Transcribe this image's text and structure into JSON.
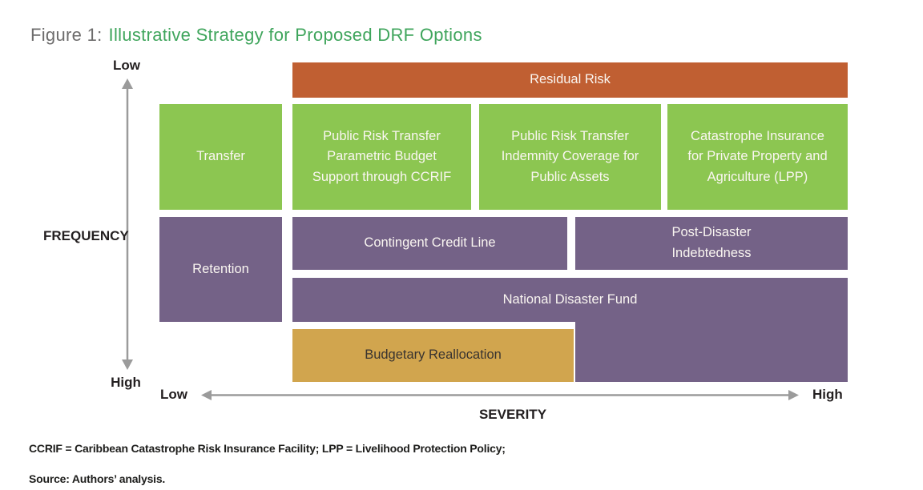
{
  "title": {
    "prefix": "Figure 1:",
    "main": "Illustrative Strategy for Proposed DRF Options",
    "prefix_color": "#6d6c6c",
    "main_color": "#3fa55c"
  },
  "axis_frequency": {
    "label": "FREQUENCY",
    "top": "Low",
    "bottom": "High"
  },
  "axis_severity": {
    "label": "SEVERITY",
    "left": "Low",
    "right": "High"
  },
  "colors": {
    "orange": "#c05f32",
    "green": "#8cc651",
    "purple": "#746287",
    "gold": "#d1a54e",
    "light_text": "#faf6f1",
    "dark_text": "#393430",
    "arrow_gray": "#9b9b9b"
  },
  "blocks": {
    "residual_risk": {
      "label": "Residual Risk",
      "bg": "#c05f32",
      "fg": "#faf6f1"
    },
    "transfer": {
      "label": "Transfer",
      "bg": "#8cc651",
      "fg": "#faf6f1"
    },
    "prt_parametric": {
      "label": "Public Risk Transfer\nParametric Budget\nSupport through CCRIF",
      "bg": "#8cc651",
      "fg": "#faf6f1"
    },
    "prt_indemnity": {
      "label": "Public Risk Transfer\nIndemnity Coverage for\nPublic Assets",
      "bg": "#8cc651",
      "fg": "#faf6f1"
    },
    "cat_insurance": {
      "label": "Catastrophe Insurance\nfor Private Property and\nAgriculture (LPP)",
      "bg": "#8cc651",
      "fg": "#faf6f1"
    },
    "retention": {
      "label": "Retention",
      "bg": "#746287",
      "fg": "#faf6f1"
    },
    "contingent_credit": {
      "label": "Contingent Credit Line",
      "bg": "#746287",
      "fg": "#faf6f1"
    },
    "post_disaster": {
      "label": "Post-Disaster\nIndebtedness",
      "bg": "#746287",
      "fg": "#faf6f1"
    },
    "national_fund": {
      "label": "National Disaster Fund",
      "bg": "#746287",
      "fg": "#faf6f1"
    },
    "budgetary": {
      "label": "Budgetary Reallocation",
      "bg": "#d1a54e",
      "fg": "#393430"
    }
  },
  "footnote": {
    "line1": " CCRIF = Caribbean Catastrophe Risk Insurance Facility; LPP = Livelihood Protection Policy;",
    "line2": "Source: Authors’ analysis."
  }
}
